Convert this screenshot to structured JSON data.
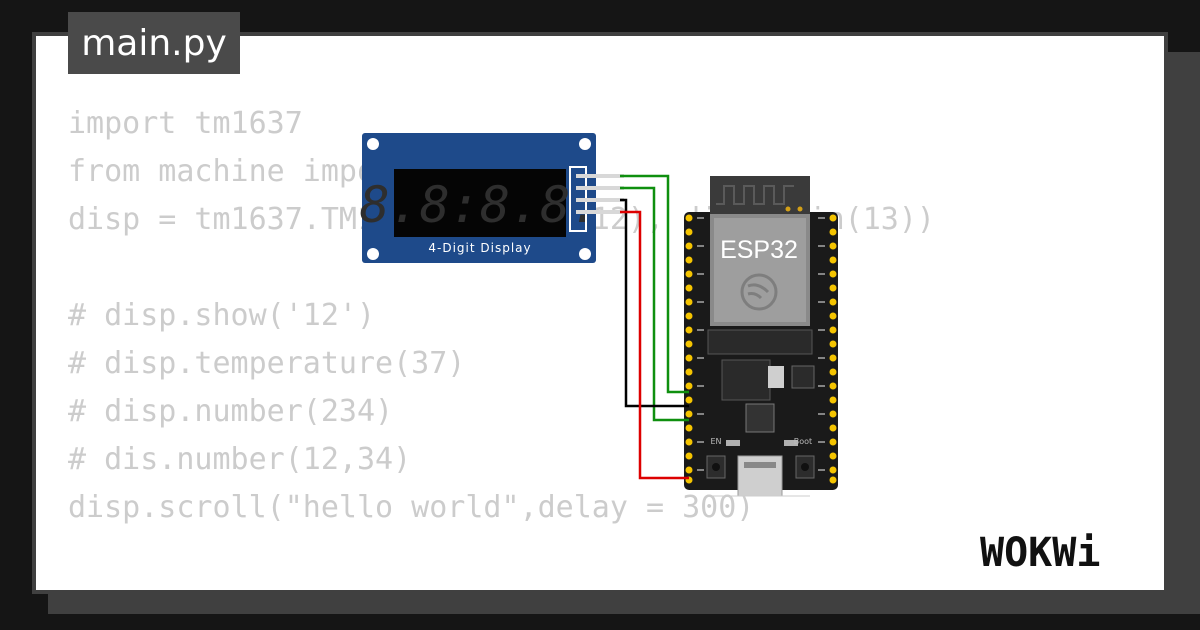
{
  "file_tab": {
    "label": "main.py"
  },
  "code": {
    "lines": [
      "import tm1637",
      "from machine import Pin",
      "disp = tm1637.TM1637(clk=Pin(12), dio = Pin(13))",
      "",
      "# disp.show('12')",
      "# disp.temperature(37)",
      "# disp.number(234)",
      "# dis.number(12,34)",
      "disp.scroll(\"hello world\",delay = 300)"
    ]
  },
  "display_module": {
    "digits": "8.8:8.8.",
    "label": "4-Digit Display",
    "board_color": "#1e4a8a",
    "segment_color": "#2e2e2e"
  },
  "esp32": {
    "chip_label": "ESP32",
    "en_label": "EN",
    "boot_label": "Boot",
    "board_color": "#1a1a1a",
    "pin_color": "#f5c400"
  },
  "wires": {
    "colors": [
      "#0f8f0f",
      "#0f8f0f",
      "#000000",
      "#dd0000"
    ]
  },
  "logo": {
    "text": "WOKWi",
    "icon": "wokwi-logo"
  },
  "colors": {
    "background": "#151515",
    "card": "#ffffff",
    "frame": "#404040",
    "code_text": "#cccccc"
  }
}
